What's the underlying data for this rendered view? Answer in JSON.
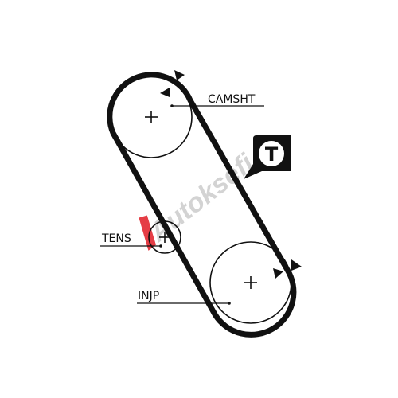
{
  "labels": {
    "camshaft": "CAMSHT",
    "tensioner": "TENS",
    "injection_pump": "INJP"
  },
  "badge": {
    "letter": "T"
  },
  "watermark": {
    "text": "Autoksefi"
  },
  "icons": {
    "pulley_center": "plus-icon",
    "rotation_direction": "arrow-triangle-icon",
    "badge_shape": "rounded-square-speech-icon"
  },
  "colors": {
    "belt": "#111111",
    "label": "#111111",
    "watermark": "#d3d3d3",
    "watermark_accent": "#e01b24"
  }
}
